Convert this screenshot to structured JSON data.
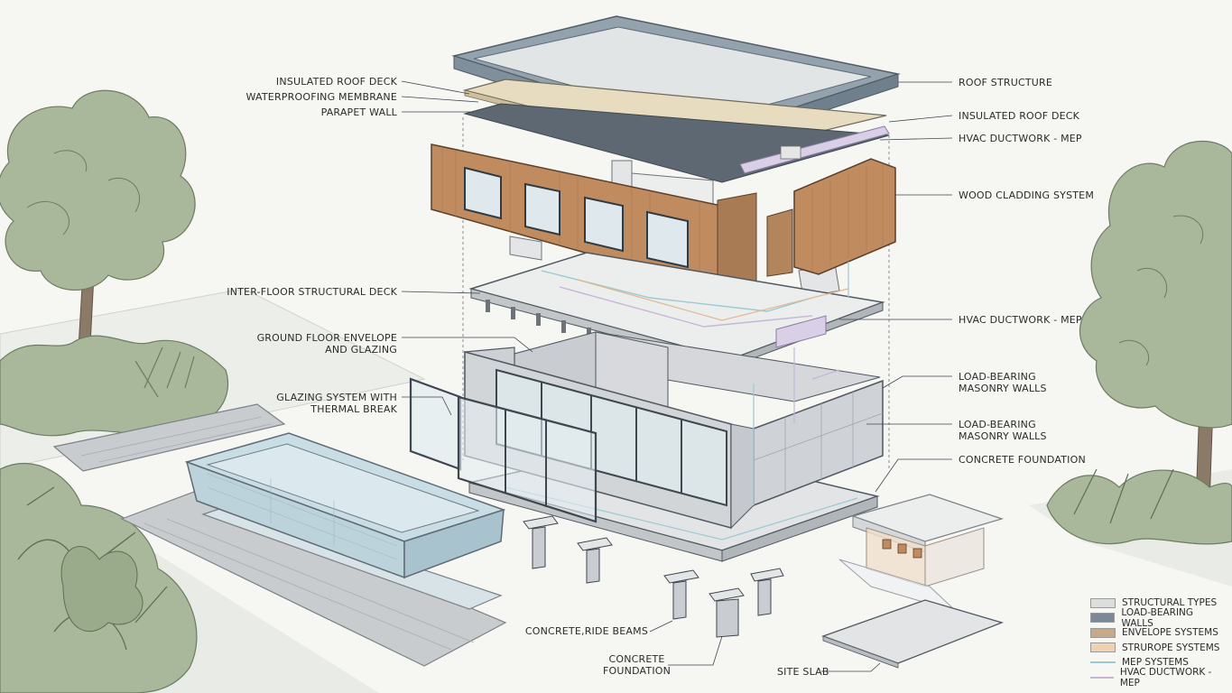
{
  "labels_left": [
    {
      "id": "insulated-roof-deck-left",
      "lines": [
        "INSULATED ROOF DECK"
      ]
    },
    {
      "id": "waterproofing-membrane",
      "lines": [
        "WATERPROOFING MEMBRANE"
      ]
    },
    {
      "id": "parapet-wall",
      "lines": [
        "PARAPET WALL"
      ]
    },
    {
      "id": "inter-floor-structural-deck",
      "lines": [
        "INTER-FLOOR STRUCTURAL DECK"
      ]
    },
    {
      "id": "ground-floor-envelope",
      "lines": [
        "GROUND FLOOR ENVELOPE",
        "AND GLAZING"
      ]
    },
    {
      "id": "glazing-system",
      "lines": [
        "GLAZING SYSTEM WITH",
        "THERMAL BREAK"
      ]
    },
    {
      "id": "concrete-ride-beams",
      "lines": [
        "CONCRETE,RIDE BEAMS"
      ]
    },
    {
      "id": "concrete-foundation-bottom",
      "lines": [
        "CONCRETE",
        "FOUNDATION"
      ]
    },
    {
      "id": "site-slab",
      "lines": [
        "SITE SLAB"
      ]
    }
  ],
  "labels_right": [
    {
      "id": "roof-structure",
      "lines": [
        "ROOF STRUCTURE"
      ]
    },
    {
      "id": "insulated-roof-deck-right",
      "lines": [
        "INSULATED ROOF DECK"
      ]
    },
    {
      "id": "hvac-ductwork-top",
      "lines": [
        "HVAC DUCTWORK - MEP"
      ]
    },
    {
      "id": "wood-cladding-system",
      "lines": [
        "WOOD CLADDING SYSTEM"
      ]
    },
    {
      "id": "hvac-ductwork-mid",
      "lines": [
        "HVAC DUCTWORK - MEP"
      ]
    },
    {
      "id": "load-bearing-masonry-1",
      "lines": [
        "LOAD-BEARING",
        "MASONRY WALLS"
      ]
    },
    {
      "id": "load-bearing-masonry-2",
      "lines": [
        "LOAD-BEARING",
        "MASONRY WALLS"
      ]
    },
    {
      "id": "concrete-foundation-right",
      "lines": [
        "CONCRETE FOUNDATION"
      ]
    }
  ],
  "legend": [
    {
      "label": "STRUCTURAL TYPES",
      "kind": "swatch",
      "color": "#dcdedd"
    },
    {
      "label": "LOAD-BEARING WALLS",
      "kind": "swatch",
      "color": "#7d8896"
    },
    {
      "label": "ENVELOPE SYSTEMS",
      "kind": "swatch",
      "color": "#c7a888"
    },
    {
      "label": "STRUROPE SYSTEMS",
      "kind": "swatch",
      "color": "#efd2b4"
    },
    {
      "label": "MEP SYSTEMS",
      "kind": "line",
      "color": "#9cc9d3"
    },
    {
      "label": "HVAC DUCTWORK - MEP",
      "kind": "line",
      "color": "#c7b6d8"
    }
  ],
  "colors": {
    "landscape": "#a9b89a",
    "landscape_dark": "#8fa07f",
    "roof_frame": "#93a2ad",
    "wood": "#c08b5f",
    "concrete": "#d9dbdc",
    "masonry": "#cfd1d5",
    "pool_water": "#c9dde5",
    "mep_blue": "#9cc9d3",
    "hvac_purple": "#c7b6d8"
  }
}
